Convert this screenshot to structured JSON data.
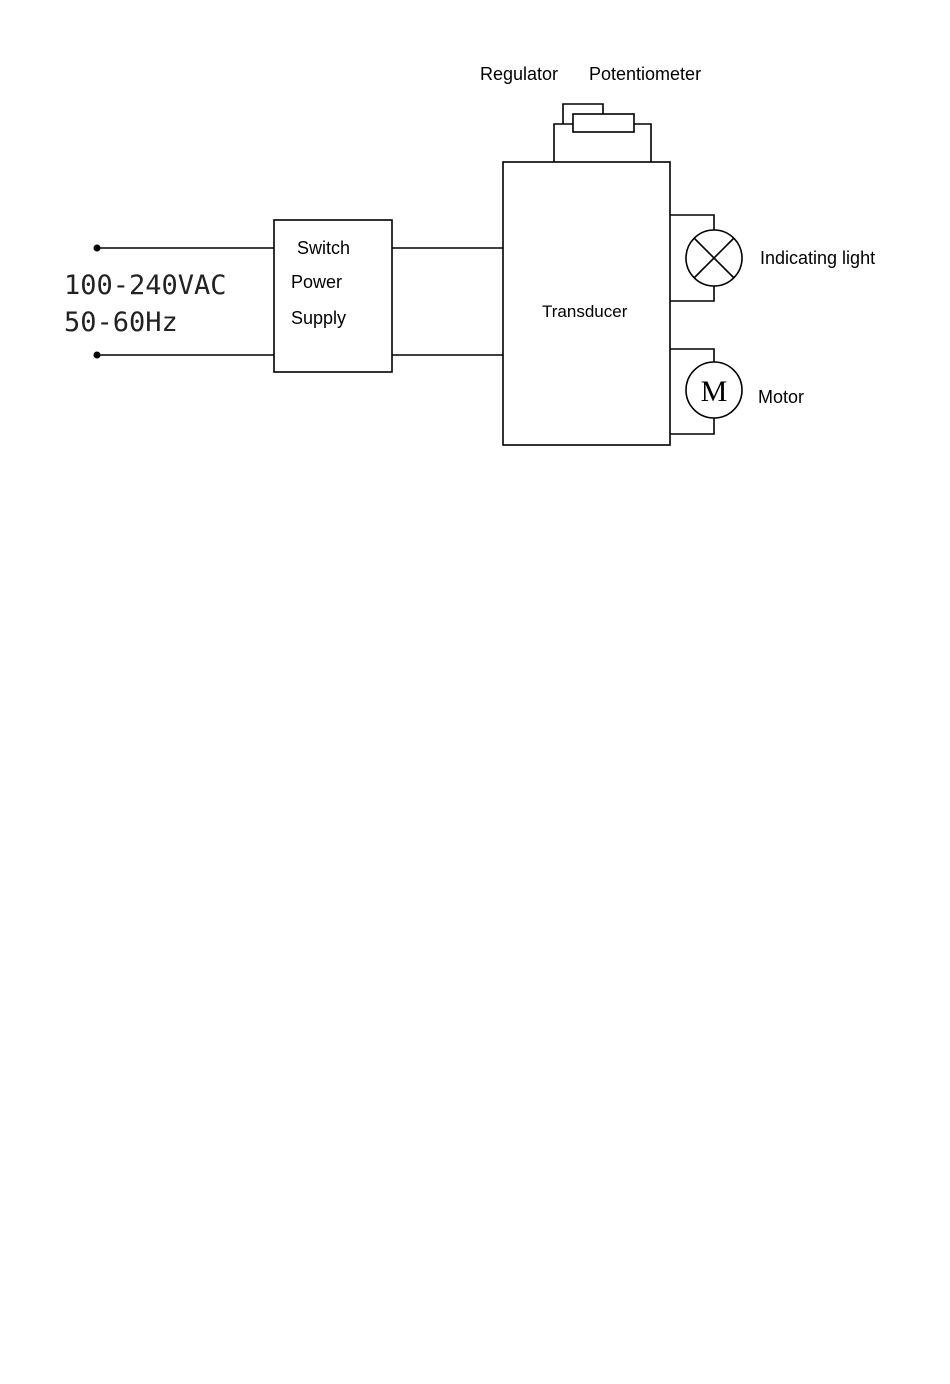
{
  "diagram": {
    "input_voltage": "100-240VAC",
    "input_frequency": "50-60Hz",
    "power_supply": {
      "line1": "Switch",
      "line2": "Power",
      "line3": "Supply"
    },
    "transducer": "Transducer",
    "regulator": "Regulator",
    "potentiometer": "Potentiometer",
    "indicating_light": "Indicating light",
    "motor": "Motor",
    "motor_symbol": "M"
  },
  "colors": {
    "line": "#000000",
    "background": "#ffffff"
  },
  "icons": {
    "lamp": "lamp-icon",
    "motor": "motor-icon",
    "potentiometer": "potentiometer-icon",
    "terminal": "terminal-icon"
  }
}
